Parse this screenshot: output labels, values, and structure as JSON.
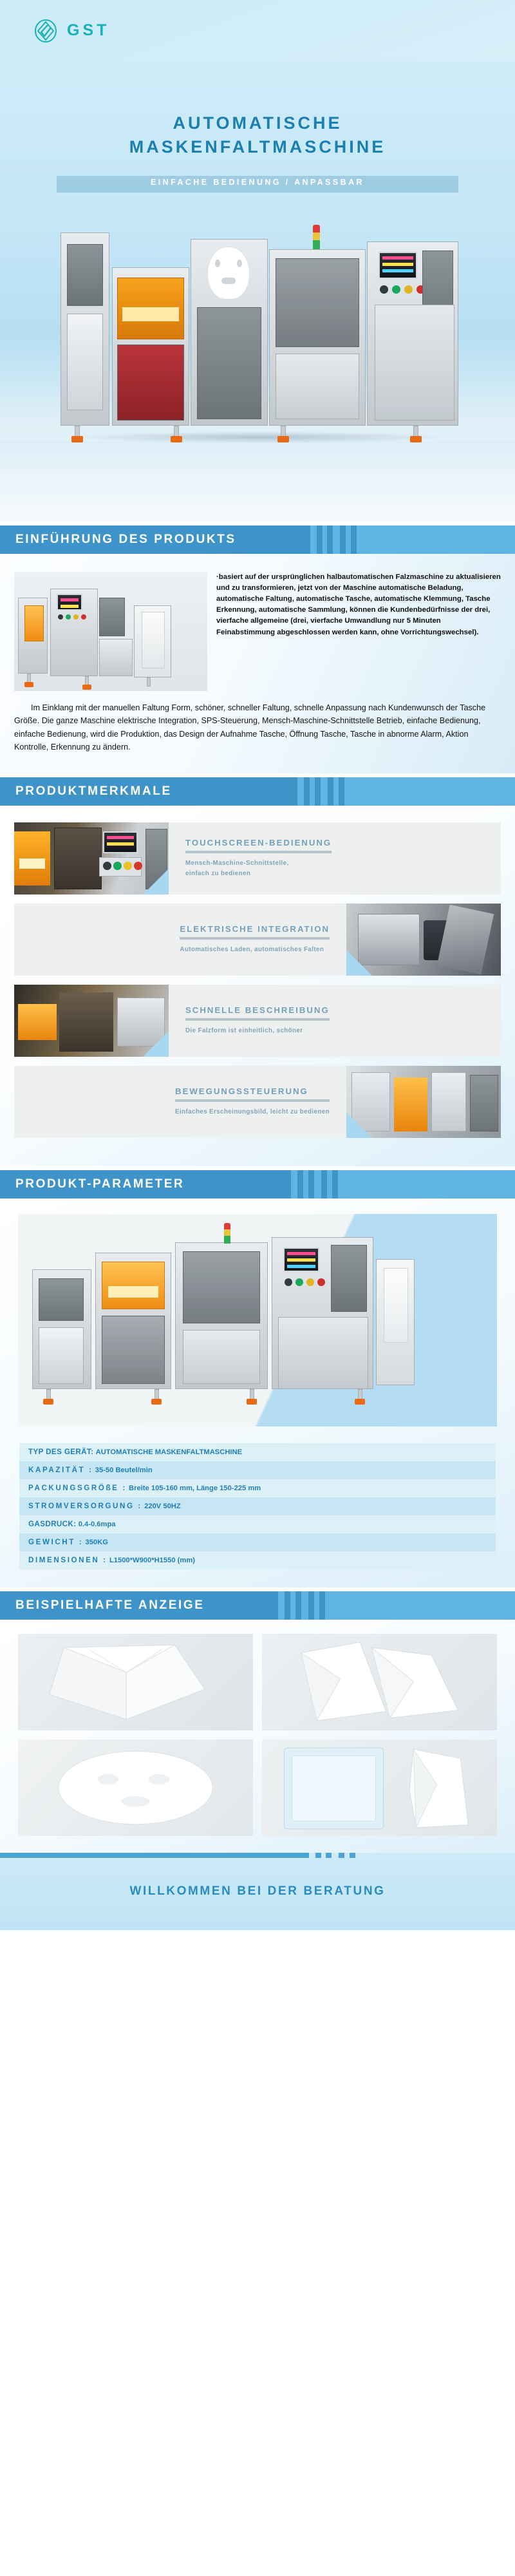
{
  "brand": {
    "logo_icon": "gst-diamond-logo-icon",
    "name": "GST"
  },
  "hero": {
    "title_line1": "AUTOMATISCHE",
    "title_line2": "MASKENFALTMASCHINE",
    "subtitle": "EINFACHE BEDIENUNG / ANPASSBAR",
    "photo_alt": "automatic-mask-folding-machine-photo"
  },
  "sections": {
    "intro_heading": "EINFÜHRUNG DES PRODUKTS",
    "features_heading": "PRODUKTMERKMALE",
    "params_heading": "PRODUKT-PARAMETER",
    "gallery_heading": "BEISPIELHAFTE ANZEIGE"
  },
  "intro": {
    "paragraph1": "·basiert auf der ursprünglichen halbautomatischen Falzmaschine zu aktualisieren und zu transformieren, jetzt von der Maschine automatische Beladung, automatische Faltung, automatische Tasche, automatische Klemmung, Tasche Erkennung, automatische Sammlung, können die Kundenbedürfnisse der drei, vierfache allgemeine (drei, vierfache Umwandlung nur 5 Minuten Feinabstimmung abgeschlossen werden kann, ohne Vorrichtungswechsel).",
    "paragraph2": "Im Einklang mit der manuellen Faltung Form, schöner, schneller Faltung, schnelle Anpassung nach Kundenwunsch der Tasche Größe. Die ganze Maschine elektrische Integration, SPS-Steuerung, Mensch-Maschine-Schnittstelle Betrieb, einfache Bedienung, einfache Bedienung, wird die Produktion, das Design der Aufnahme Tasche, Öffnung Tasche, Tasche in abnorme Alarm, Aktion Kontrolle, Erkennung zu ändern."
  },
  "features": [
    {
      "title": "TOUCHSCREEN-BEDIENUNG",
      "desc": "Mensch-Maschine-Schnittstelle,\neinfach zu bedienen",
      "image_side": "left",
      "image_alt": "touchscreen-control-panel-photo"
    },
    {
      "title": "ELEKTRISCHE INTEGRATION",
      "desc": "Automatisches Laden, automatisches Falten",
      "image_side": "right",
      "image_alt": "electrical-integration-photo"
    },
    {
      "title": "SCHNELLE BESCHREIBUNG",
      "desc": "Die Falzform ist einheitlich, schöner",
      "image_side": "left",
      "image_alt": "fast-folding-photo"
    },
    {
      "title": "BEWEGUNGSSTEUERUNG",
      "desc": "Einfaches Erscheinungsbild, leicht zu bedienen",
      "image_side": "right",
      "image_alt": "motion-control-photo"
    }
  ],
  "params": {
    "photo_alt": "machine-full-view-photo",
    "rows": [
      {
        "key": "TYP DES GERÄT:",
        "value": "AUTOMATISCHE MASKENFALTMASCHINE",
        "tight": true
      },
      {
        "key": "KAPAZITÄT :",
        "value": "35-50 Beutel/min",
        "tight": false
      },
      {
        "key": "PACKUNGSGRÖßE :",
        "value": "Breite 105-160 mm, Länge 150-225 mm",
        "tight": false
      },
      {
        "key": "STROMVERSORGUNG :",
        "value": "220V 50HZ",
        "tight": false
      },
      {
        "key": "GASDRUCK:",
        "value": "0.4-0.6mpa",
        "tight": false
      },
      {
        "key": "GEWICHT :",
        "value": "350KG",
        "tight": false
      },
      {
        "key": "DIMENSIONEN :",
        "value": "L1500*W900*H1550 (mm)",
        "tight": false
      }
    ]
  },
  "gallery": {
    "items": [
      {
        "alt": "folded-mask-sample-1"
      },
      {
        "alt": "folded-mask-sample-2"
      },
      {
        "alt": "face-mask-sheet-sample"
      },
      {
        "alt": "packed-mask-bag-sample"
      }
    ]
  },
  "footer": {
    "text": "WILLKOMMEN BEI DER BERATUNG"
  },
  "colors": {
    "brand_teal": "#18b2b6",
    "header_dark_blue": "#3e93c9",
    "header_light_blue": "#5fb4e3",
    "hero_title_blue": "#1b7fb0",
    "param_text_blue": "#1f7fb6",
    "feature_title_blue": "#73a0bb"
  }
}
